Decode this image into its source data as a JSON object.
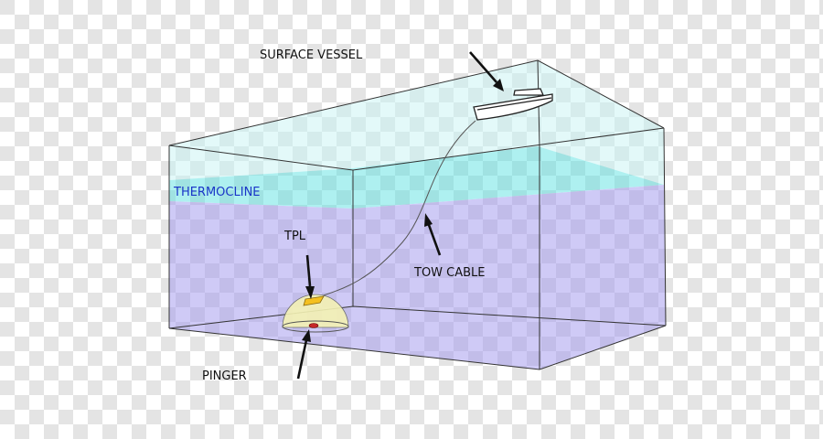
{
  "labels": {
    "surface_vessel": "SURFACE VESSEL",
    "thermocline": "THERMOCLINE",
    "tpl": "TPL",
    "tow_cable": "TOW CABLE",
    "pinger": "PINGER"
  },
  "colors": {
    "checker_light": "#ffffff",
    "checker_dark": "#e4e4e4",
    "water_top": "#c8f4f4",
    "thermocline": "#5fe2e2",
    "deep_water": "#9f96ee",
    "edge": "#333333",
    "thermocline_text": "#1a35c8",
    "dome": "#f4f2b4",
    "tpl": "#f4c020",
    "pinger": "#c62828"
  }
}
